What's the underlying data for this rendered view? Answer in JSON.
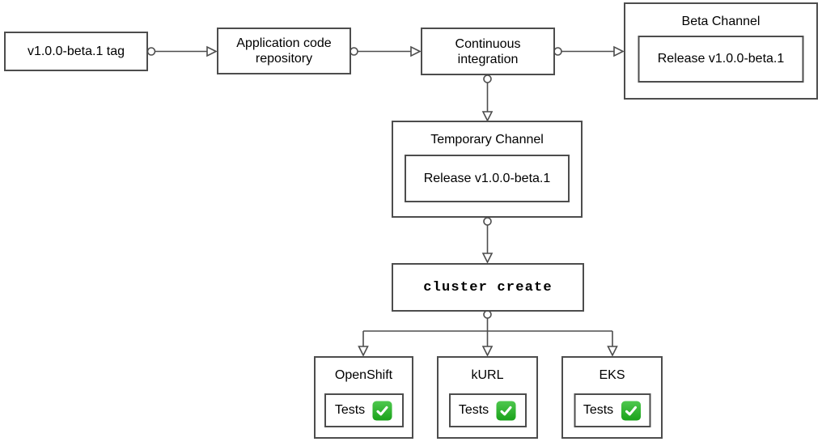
{
  "diagram": {
    "nodes": {
      "tag": {
        "label": "v1.0.0-beta.1 tag"
      },
      "repo": {
        "label": "Application code repository"
      },
      "ci": {
        "label": "Continuous integration"
      },
      "beta_channel": {
        "title": "Beta Channel",
        "release_label": "Release v1.0.0-beta.1"
      },
      "temporary_channel": {
        "title": "Temporary Channel",
        "release_label": "Release v1.0.0-beta.1"
      },
      "cluster_create": {
        "label": "cluster create"
      },
      "test_clusters": [
        {
          "title": "OpenShift",
          "tests_label": "Tests",
          "status_icon": "check-mark-green"
        },
        {
          "title": "kURL",
          "tests_label": "Tests",
          "status_icon": "check-mark-green"
        },
        {
          "title": "EKS",
          "tests_label": "Tests",
          "status_icon": "check-mark-green"
        }
      ]
    },
    "colors": {
      "stroke": "#4d4d4d",
      "text": "#000000",
      "background": "#ffffff",
      "check_green_top": "#4ec84e",
      "check_green_bottom": "#1aa21a"
    }
  }
}
